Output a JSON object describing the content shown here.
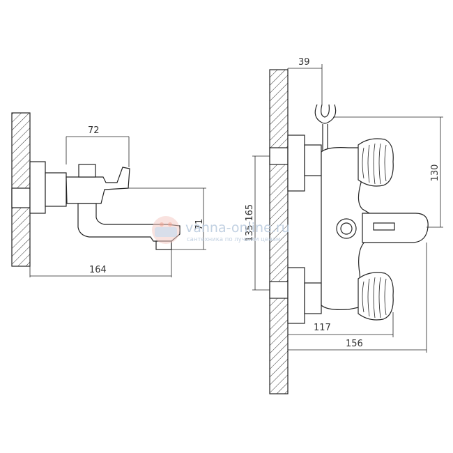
{
  "side_view": {
    "dim_width_top": "72",
    "dim_height": "71",
    "dim_length": "164"
  },
  "front_view": {
    "dim_holder_offset": "39",
    "dim_holder_height": "130",
    "dim_centers": "135-165",
    "dim_depth_inner": "117",
    "dim_depth_total": "156"
  },
  "watermark": {
    "main": "vanna-online.ru",
    "sub": "сантехника по лучшим ценам"
  },
  "colors": {
    "line": "#222222",
    "watermark": "#b8c9dd"
  }
}
